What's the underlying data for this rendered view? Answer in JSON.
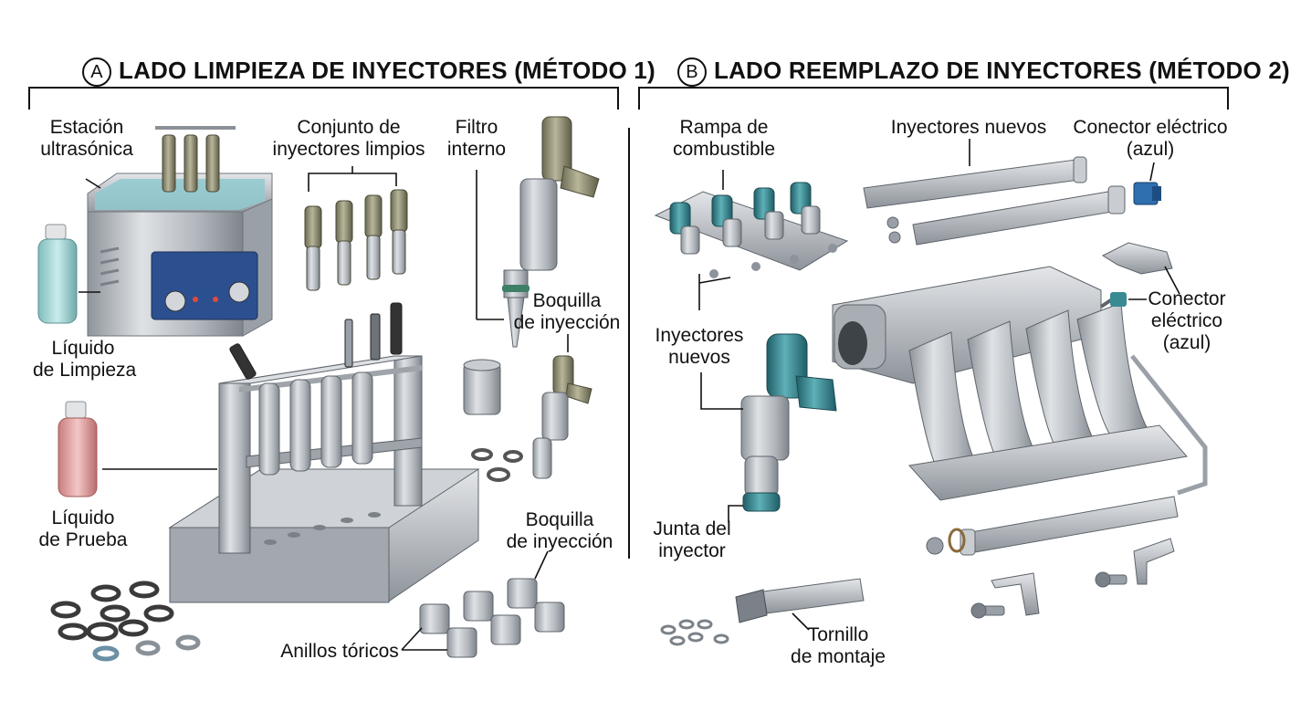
{
  "sections": {
    "a": {
      "badge": "A",
      "title": "LADO LIMPIEZA DE INYECTORES (MÉTODO 1)"
    },
    "b": {
      "badge": "B",
      "title": "LADO REEMPLAZO DE INYECTORES (MÉTODO 2)"
    }
  },
  "labels_a": {
    "ultrasonic_1": "Estación",
    "ultrasonic_2": "ultrasónica",
    "clean_set_1": "Conjunto de",
    "clean_set_2": "inyectores limpios",
    "filter_1": "Filtro",
    "filter_2": "interno",
    "cleaning_liquid_1": "Líquido",
    "cleaning_liquid_2": "de Limpieza",
    "nozzle_top_1": "Boquilla",
    "nozzle_top_2": "de inyección",
    "test_liquid_1": "Líquido",
    "test_liquid_2": "de Prueba",
    "nozzle_bottom_1": "Boquilla",
    "nozzle_bottom_2": "de inyección",
    "orings": "Anillos tóricos"
  },
  "labels_b": {
    "rail_1": "Rampa de",
    "rail_2": "combustible",
    "new_injectors_top": "Inyectores nuevos",
    "connector_top_1": "Conector eléctrico",
    "connector_top_2": "(azul)",
    "new_injectors_left_1": "Inyectores",
    "new_injectors_left_2": "nuevos",
    "connector_right_1": "Conector",
    "connector_right_2": "eléctrico",
    "connector_right_3": "(azul)",
    "seal_1": "Junta del",
    "seal_2": "inyector",
    "bolt_1": "Tornillo",
    "bolt_2": "de montaje"
  },
  "colors": {
    "metal": "#b9bec4",
    "metal_dark": "#7d848c",
    "liquid_blue": "#9fd3d3",
    "liquid_red": "#e5a3a3",
    "injector_teal": "#3a8a94",
    "connector_blue": "#2f6fb0",
    "panel_blue": "#2c4f8f",
    "olive": "#8c8a70"
  }
}
